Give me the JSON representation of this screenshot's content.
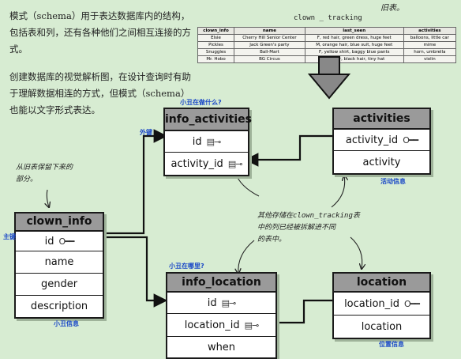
{
  "intro": {
    "para1": "模式（schema）用于表达数据库内的结构，包括表和列，还有各种他们之间相互连接的方式。",
    "para2": "创建数据库的视觉解析图，在设计查询时有助于理解数据相连的方式，但模式（schema）也能以文字形式表达。"
  },
  "old_table": {
    "title": "clown _ tracking",
    "note": "旧表。",
    "columns": [
      "clown_info",
      "name",
      "last_seen",
      "activities"
    ],
    "rows": [
      [
        "Elsie",
        "Cherry Hill Senior Center",
        "F, red hair, green dress, huge feet",
        "balloons, little car"
      ],
      [
        "Pickles",
        "Jack Green's party",
        "M, orange hair, blue suit, huge feet",
        "mime"
      ],
      [
        "Snuggles",
        "Ball-Mart",
        "F, yellow shirt, baggy blue pants",
        "horn, umbrella"
      ],
      [
        "Mr. Hobo",
        "BG Circus",
        "M, cigar, black hair, tiny hat",
        "violin"
      ]
    ]
  },
  "tables": {
    "info_activities": {
      "title": "info_activities",
      "fields": [
        "id",
        "activity_id"
      ],
      "caption": "小丑在做什么?"
    },
    "activities": {
      "title": "activities",
      "fields": [
        "activity_id",
        "activity"
      ],
      "caption": "活动信息"
    },
    "clown_info": {
      "title": "clown_info",
      "fields": [
        "id",
        "name",
        "gender",
        "description"
      ],
      "caption": "小丑信息"
    },
    "info_location": {
      "title": "info_location",
      "fields": [
        "id",
        "location_id",
        "when"
      ],
      "caption": "小丑在哪里?"
    },
    "location": {
      "title": "location",
      "fields": [
        "location_id",
        "location"
      ],
      "caption": "位置信息"
    }
  },
  "labels": {
    "foreign_key": "外键",
    "primary_key": "主键"
  },
  "notes": {
    "left_note": [
      "从旧表保留下来的",
      "部分。"
    ],
    "center_note": [
      "其他存储在clown_tracking表",
      "中的列已经被拆解进不同",
      "的表中。"
    ]
  }
}
